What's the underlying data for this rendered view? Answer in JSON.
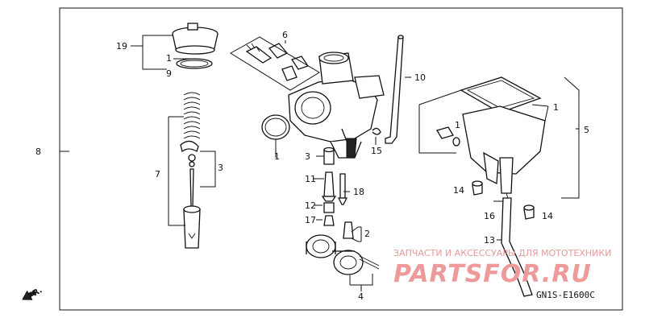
{
  "diagram": {
    "part_labels": {
      "p19": "19",
      "p1_cap": "1",
      "p9": "9",
      "p6": "6",
      "p10": "10",
      "p1_bowl": "1",
      "p5": "5",
      "p8": "8",
      "p7": "7",
      "p3_left": "3",
      "p1_oring": "1",
      "p3_mid": "3",
      "p15": "15",
      "p1_screw": "1",
      "p11": "11",
      "p18": "18",
      "p12": "12",
      "p17": "17",
      "p14_left": "14",
      "p14_right": "14",
      "p16": "16",
      "p2": "2",
      "p13": "13",
      "p4": "4"
    },
    "front_marker": "FR.",
    "diagram_code": "GN1S-E1600C"
  },
  "watermark": {
    "tagline": "ЗАПЧАСТИ И АКСЕССУАРЫ ДЛЯ МОТОТЕХНИКИ",
    "brand": "PARTSFOR.RU",
    "brand_color": "#ef9a9a"
  }
}
